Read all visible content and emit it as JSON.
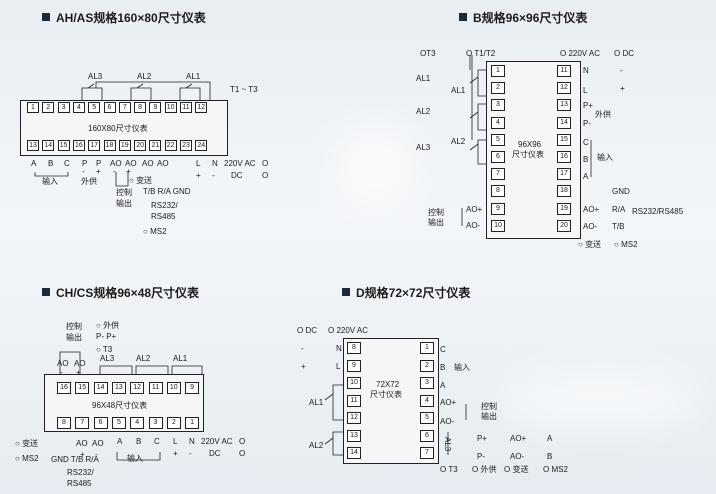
{
  "sections": {
    "ah": {
      "title": "AH/AS规格160×80尺寸仪表",
      "box_label": "160X80尺寸仪表",
      "relays": [
        "AL3",
        "AL2",
        "AL1"
      ],
      "relay_note": "T1 ~ T3",
      "top_terms": [
        "1",
        "2",
        "3",
        "4",
        "5",
        "6",
        "7",
        "8",
        "9",
        "10",
        "11",
        "12"
      ],
      "bottom_terms": [
        "13",
        "14",
        "15",
        "16",
        "17",
        "18",
        "19",
        "20",
        "21",
        "22",
        "23",
        "24"
      ],
      "labels": {
        "a": "A",
        "b": "B",
        "c": "C",
        "input": "输入",
        "p_plus": "P",
        "p_minus": "P",
        "ext": "外供",
        "ao1": "AO",
        "ao2": "AO",
        "ao3": "AO",
        "ao4": "AO",
        "plus": "+",
        "minus": "-",
        "plus2": "+",
        "minus2": "-",
        "l": "L",
        "n": "N",
        "lplus": "+",
        "nminus": "-",
        "power": "220V AC",
        "dc": "DC",
        "o1": "O",
        "o2": "O",
        "ctrl": "控制",
        "output": "输出",
        "transmit": "变送",
        "tb": "T/B R/A GND",
        "rs": "RS232/",
        "rs2": "RS485",
        "ms2": "MS2"
      }
    },
    "b": {
      "title": "B规格96×96尺寸仪表",
      "box_label1": "96X96",
      "box_label2": "尺寸仪表",
      "top": {
        "t3": "T3",
        "t12": "T1/T2",
        "power": "220V AC",
        "dc": "DC"
      },
      "left_terms": [
        "1",
        "2",
        "3",
        "4",
        "5",
        "6",
        "7",
        "8",
        "9",
        "10"
      ],
      "right_terms": [
        "11",
        "12",
        "13",
        "14",
        "15",
        "16",
        "17",
        "18",
        "19",
        "20"
      ],
      "labels": {
        "al1": "AL1",
        "al1b": "AL1",
        "al2": "AL2",
        "al2b": "AL2",
        "al3": "AL3",
        "n": "N",
        "l": "L",
        "minus": "-",
        "plus": "+",
        "p_plus": "P+",
        "p_minus": "P-",
        "ext": "外供",
        "c": "C",
        "b": "B",
        "a": "A",
        "input": "输入",
        "gnd": "GND",
        "ao_plus": "AO+",
        "ao_minus": "AO-",
        "ra": "R/A",
        "tb": "T/B",
        "rs": "RS232/RS485",
        "ctrl": "控制",
        "output": "输出",
        "left_ao_plus": "AO+",
        "left_ao_minus": "AO-",
        "transmit": "变送",
        "ms2": "MS2"
      }
    },
    "ch": {
      "title": "CH/CS规格96×48尺寸仪表",
      "box_label": "96X48尺寸仪表",
      "top_terms": [
        "16",
        "15",
        "14",
        "13",
        "12",
        "11",
        "10",
        "9"
      ],
      "bottom_terms": [
        "8",
        "7",
        "6",
        "5",
        "4",
        "3",
        "2",
        "1"
      ],
      "labels": {
        "ctrl": "控制",
        "output": "输出",
        "ext": "外供",
        "pm": "P-  P+",
        "t3": "T3",
        "ao1": "AO",
        "ao2": "AO",
        "minus": "-",
        "plus": "+",
        "al3": "AL3",
        "al2": "AL2",
        "al1": "AL1",
        "transmit": "变送",
        "ms2": "MS2",
        "ao_b1": "AO",
        "ao_b2": "AO",
        "bplus": "+",
        "bminus": "-",
        "a": "A",
        "b": "B",
        "c": "C",
        "input": "输入",
        "l": "L",
        "n": "N",
        "lplus": "+",
        "nminus": "-",
        "power": "220V AC",
        "dc": "DC",
        "o1": "O",
        "o2": "O",
        "gnd": "GND T/B R/A",
        "rs": "RS232/",
        "rs2": "RS485"
      }
    },
    "d": {
      "title": "D规格72×72尺寸仪表",
      "box_label1": "72X72",
      "box_label2": "尺寸仪表",
      "left_terms": [
        "8",
        "9",
        "10",
        "11",
        "12",
        "13",
        "14"
      ],
      "right_terms": [
        "1",
        "2",
        "3",
        "4",
        "5",
        "6",
        "7"
      ],
      "labels": {
        "dc": "DC",
        "power": "220V AC",
        "minus": "-",
        "plus": "+",
        "n": "N",
        "l": "L",
        "al1": "AL1",
        "al2": "AL2",
        "c": "C",
        "b": "B",
        "a": "A",
        "input": "输入",
        "ao_plus": "AO+",
        "ao_minus": "AO-",
        "ctrl": "控制",
        "output": "输出",
        "al3": "AL3",
        "p_plus": "P+",
        "p_minus": "P-",
        "ao_plus2": "AO+",
        "ao_minus2": "AO-",
        "a2": "A",
        "b2": "B",
        "t3": "T3",
        "ext": "外供",
        "transmit": "变送",
        "ms2": "MS2"
      }
    }
  }
}
